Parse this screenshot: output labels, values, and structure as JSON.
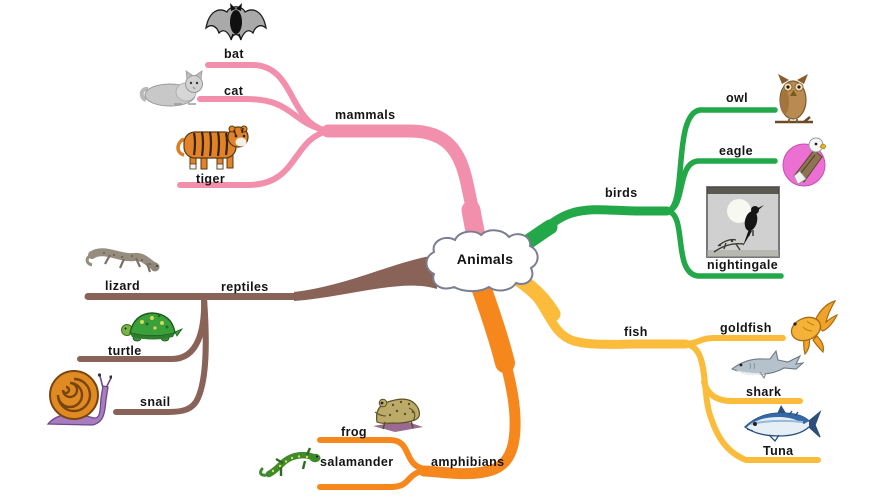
{
  "center": {
    "label": "Animals",
    "shape": "cloud",
    "fill": "#ffffff",
    "border": "#7b7d92"
  },
  "background": "#ffffff",
  "text_color": "#141414",
  "branches": [
    {
      "label": "mammals",
      "color": "#f28fad",
      "children": [
        {
          "label": "bat",
          "icon": "bat-image"
        },
        {
          "label": "cat",
          "icon": "cat-image"
        },
        {
          "label": "tiger",
          "icon": "tiger-image"
        }
      ]
    },
    {
      "label": "birds",
      "color": "#22a848",
      "children": [
        {
          "label": "owl",
          "icon": "owl-image"
        },
        {
          "label": "eagle",
          "icon": "eagle-image"
        },
        {
          "label": "nightingale",
          "icon": "nightingale-image"
        }
      ]
    },
    {
      "label": "reptiles",
      "color": "#8a6358",
      "children": [
        {
          "label": "lizard",
          "icon": "lizard-image"
        },
        {
          "label": "turtle",
          "icon": "turtle-image"
        },
        {
          "label": "snail",
          "icon": "snail-image"
        }
      ]
    },
    {
      "label": "fish",
      "color": "#fbbc3c",
      "children": [
        {
          "label": "goldfish",
          "icon": "goldfish-image"
        },
        {
          "label": "shark",
          "icon": "shark-image"
        },
        {
          "label": "Tuna",
          "icon": "tuna-image"
        }
      ]
    },
    {
      "label": "amphibians",
      "color": "#f6871d",
      "children": [
        {
          "label": "frog",
          "icon": "frog-image"
        },
        {
          "label": "salamander",
          "icon": "salamander-image"
        }
      ]
    }
  ]
}
